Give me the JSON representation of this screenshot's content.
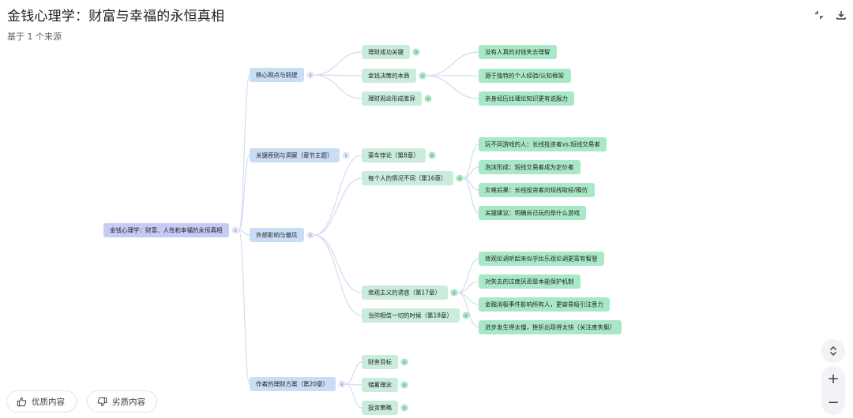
{
  "header": {
    "title": "金钱心理学：财富与幸福的永恒真相",
    "subtitle": "基于 1 个来源"
  },
  "icons": {
    "collapse": "collapse-icon",
    "download": "download-icon"
  },
  "colors": {
    "root_fill": "#c5cbf5",
    "level1_fill": "#c9ddf5",
    "level2_fill": "#c9ecdc",
    "level3_fill": "#a9e8c7",
    "link": "#d3dcf0"
  },
  "mindmap": {
    "root": {
      "label": "金钱心理学：财富、人性和幸福的永恒真相",
      "children": [
        {
          "label": "核心观点与前提",
          "children": [
            {
              "label": "理财成功关键",
              "children": []
            },
            {
              "label": "金钱决策的本质",
              "children": [
                {
                  "label": "没有人真的对钱失去理智"
                },
                {
                  "label": "源于独特的个人经验/认知框架"
                },
                {
                  "label": "亲身经历比理论知识更有说服力"
                }
              ]
            },
            {
              "label": "理财观念形成差异",
              "children": []
            }
          ]
        },
        {
          "label": "关键原则与洞察（章节主题）",
          "children": []
        },
        {
          "label": "外部影响与偏见",
          "children": [
            {
              "label": "豪车悖论（第8章）",
              "children": []
            },
            {
              "label": "每个人的情况不同（第16章）",
              "children": [
                {
                  "label": "玩不同游戏的人：长线投资者vs.短线交易者"
                },
                {
                  "label": "泡沫形成：短线交易者成为定价者"
                },
                {
                  "label": "灾难后果：长线投资者向短线取经/模仿"
                },
                {
                  "label": "关键建议：明确自己玩的是什么游戏"
                }
              ]
            },
            {
              "label": "悲观主义的诱惑（第17章）",
              "children": [
                {
                  "label": "悲观论调听起来似乎比乐观论调更富有智慧"
                },
                {
                  "label": "对失去的过度厌恶是本能保护机制"
                },
                {
                  "label": "金融消极事件影响所有人，更容易吸引注意力"
                },
                {
                  "label": "进步发生得太慢，挫折出现得太快（关注度失衡）"
                }
              ]
            },
            {
              "label": "当你相信一切的时候（第18章）",
              "children": []
            }
          ]
        },
        {
          "label": "作者的理财方案（第20章）",
          "children": [
            {
              "label": "财务目标",
              "children": []
            },
            {
              "label": "储蓄理念",
              "children": []
            },
            {
              "label": "投资策略",
              "children": []
            }
          ]
        }
      ]
    }
  },
  "feedback": {
    "good_label": "优质内容",
    "bad_label": "劣质内容"
  },
  "controls": {
    "zoom_in": "+",
    "zoom_out": "−"
  }
}
